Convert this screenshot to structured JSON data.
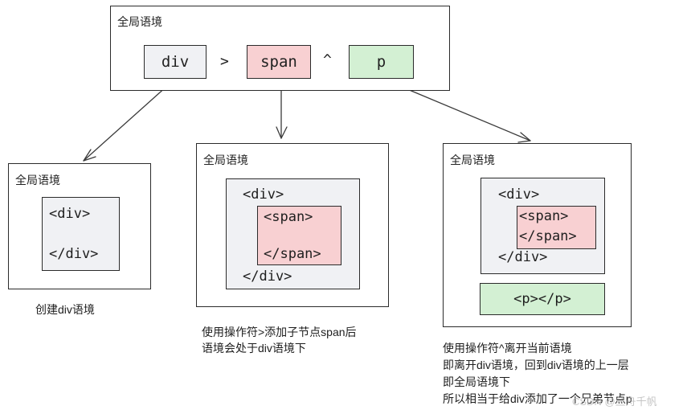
{
  "context_label": "全局语境",
  "top": {
    "div": "div",
    "op_child": ">",
    "span": "span",
    "op_climb": "^",
    "p": "p"
  },
  "panel1": {
    "open": "<div>",
    "close": "</div>",
    "caption": "创建div语境"
  },
  "panel2": {
    "div_open": "<div>",
    "span_open": "<span>",
    "span_close": "</span>",
    "div_close": "</div>",
    "caption_line1": "使用操作符>添加子节点span后",
    "caption_line2": "语境会处于div语境下"
  },
  "panel3": {
    "div_open": "<div>",
    "span_open": "<span>",
    "span_close": "</span>",
    "div_close": "</div>",
    "p_tag": "<p></p>",
    "caption_line1": "使用操作符^离开当前语境",
    "caption_line2": "即离开div语境，回到div语境的上一层",
    "caption_line3": "即全局语境下",
    "caption_line4": "所以相当于给div添加了一个兄弟节点p"
  },
  "watermark": "CSDN @兰舟千帆",
  "colors": {
    "gray": "#f0f1f4",
    "pink": "#f8d0d2",
    "green": "#d3f0d3",
    "stroke": "#2b2b2b"
  }
}
